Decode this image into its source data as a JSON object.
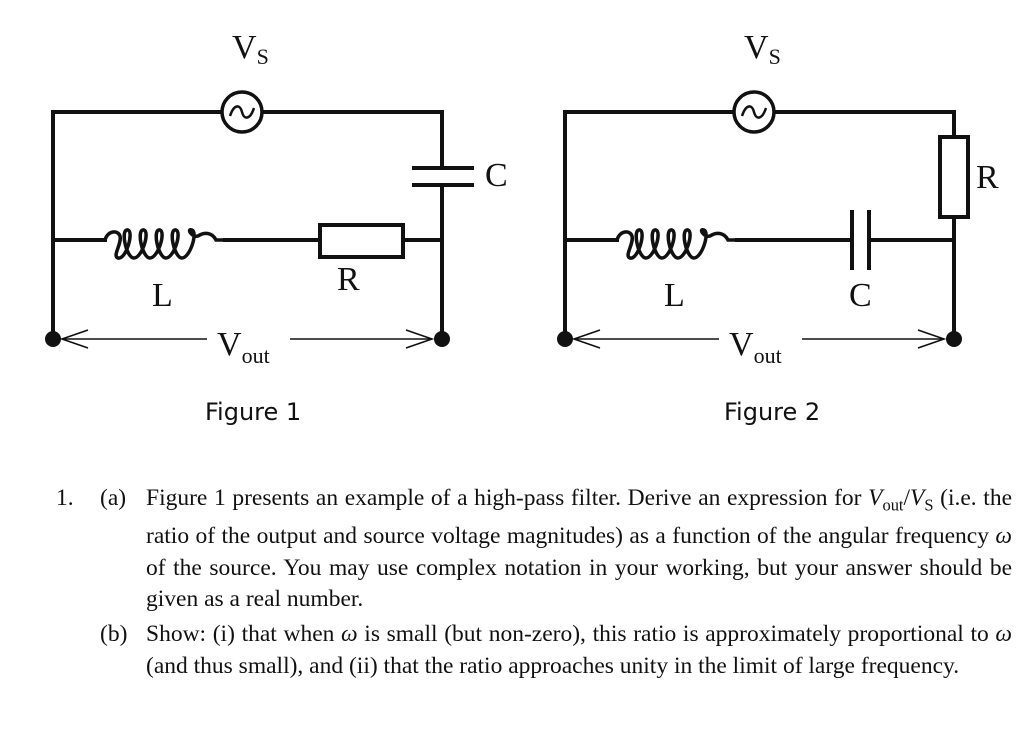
{
  "figures": [
    {
      "caption": "Figure 1",
      "source_label": "V",
      "source_sub": "S",
      "source_symbol": "~",
      "output_label": "V",
      "output_sub": "out",
      "components": {
        "inductor": "L",
        "resistor": "R",
        "capacitor": "C"
      },
      "topology": "C in top-right branch; L and R in series across output"
    },
    {
      "caption": "Figure 2",
      "source_label": "V",
      "source_sub": "S",
      "source_symbol": "~",
      "output_label": "V",
      "output_sub": "out",
      "components": {
        "inductor": "L",
        "resistor": "R",
        "capacitor": "C"
      },
      "topology": "R in top-right branch; L and C in series across output"
    }
  ],
  "question": {
    "number": "1.",
    "parts": [
      {
        "label": "(a)",
        "text_1": "Figure 1 presents an example of a high-pass filter. Derive an expression for ",
        "ratio_num": "V",
        "ratio_num_sub": "out",
        "ratio_slash": "/",
        "ratio_den": "V",
        "ratio_den_sub": "S",
        "text_2": " (i.e.  the ratio of the output and source voltage magnitudes) as a function of the angular frequency ",
        "omega": "ω",
        "text_3": " of the source.  You may use complex notation in your working, but your answer should be given as a real number."
      },
      {
        "label": "(b)",
        "text_1": "Show: (i) that when ",
        "omega_1": "ω",
        "text_2": " is small (but non-zero), this ratio is approximately proportional to ",
        "omega_2": "ω",
        "text_3": " (and thus small), and (ii) that the ratio approaches unity in the limit of large frequency."
      }
    ]
  }
}
